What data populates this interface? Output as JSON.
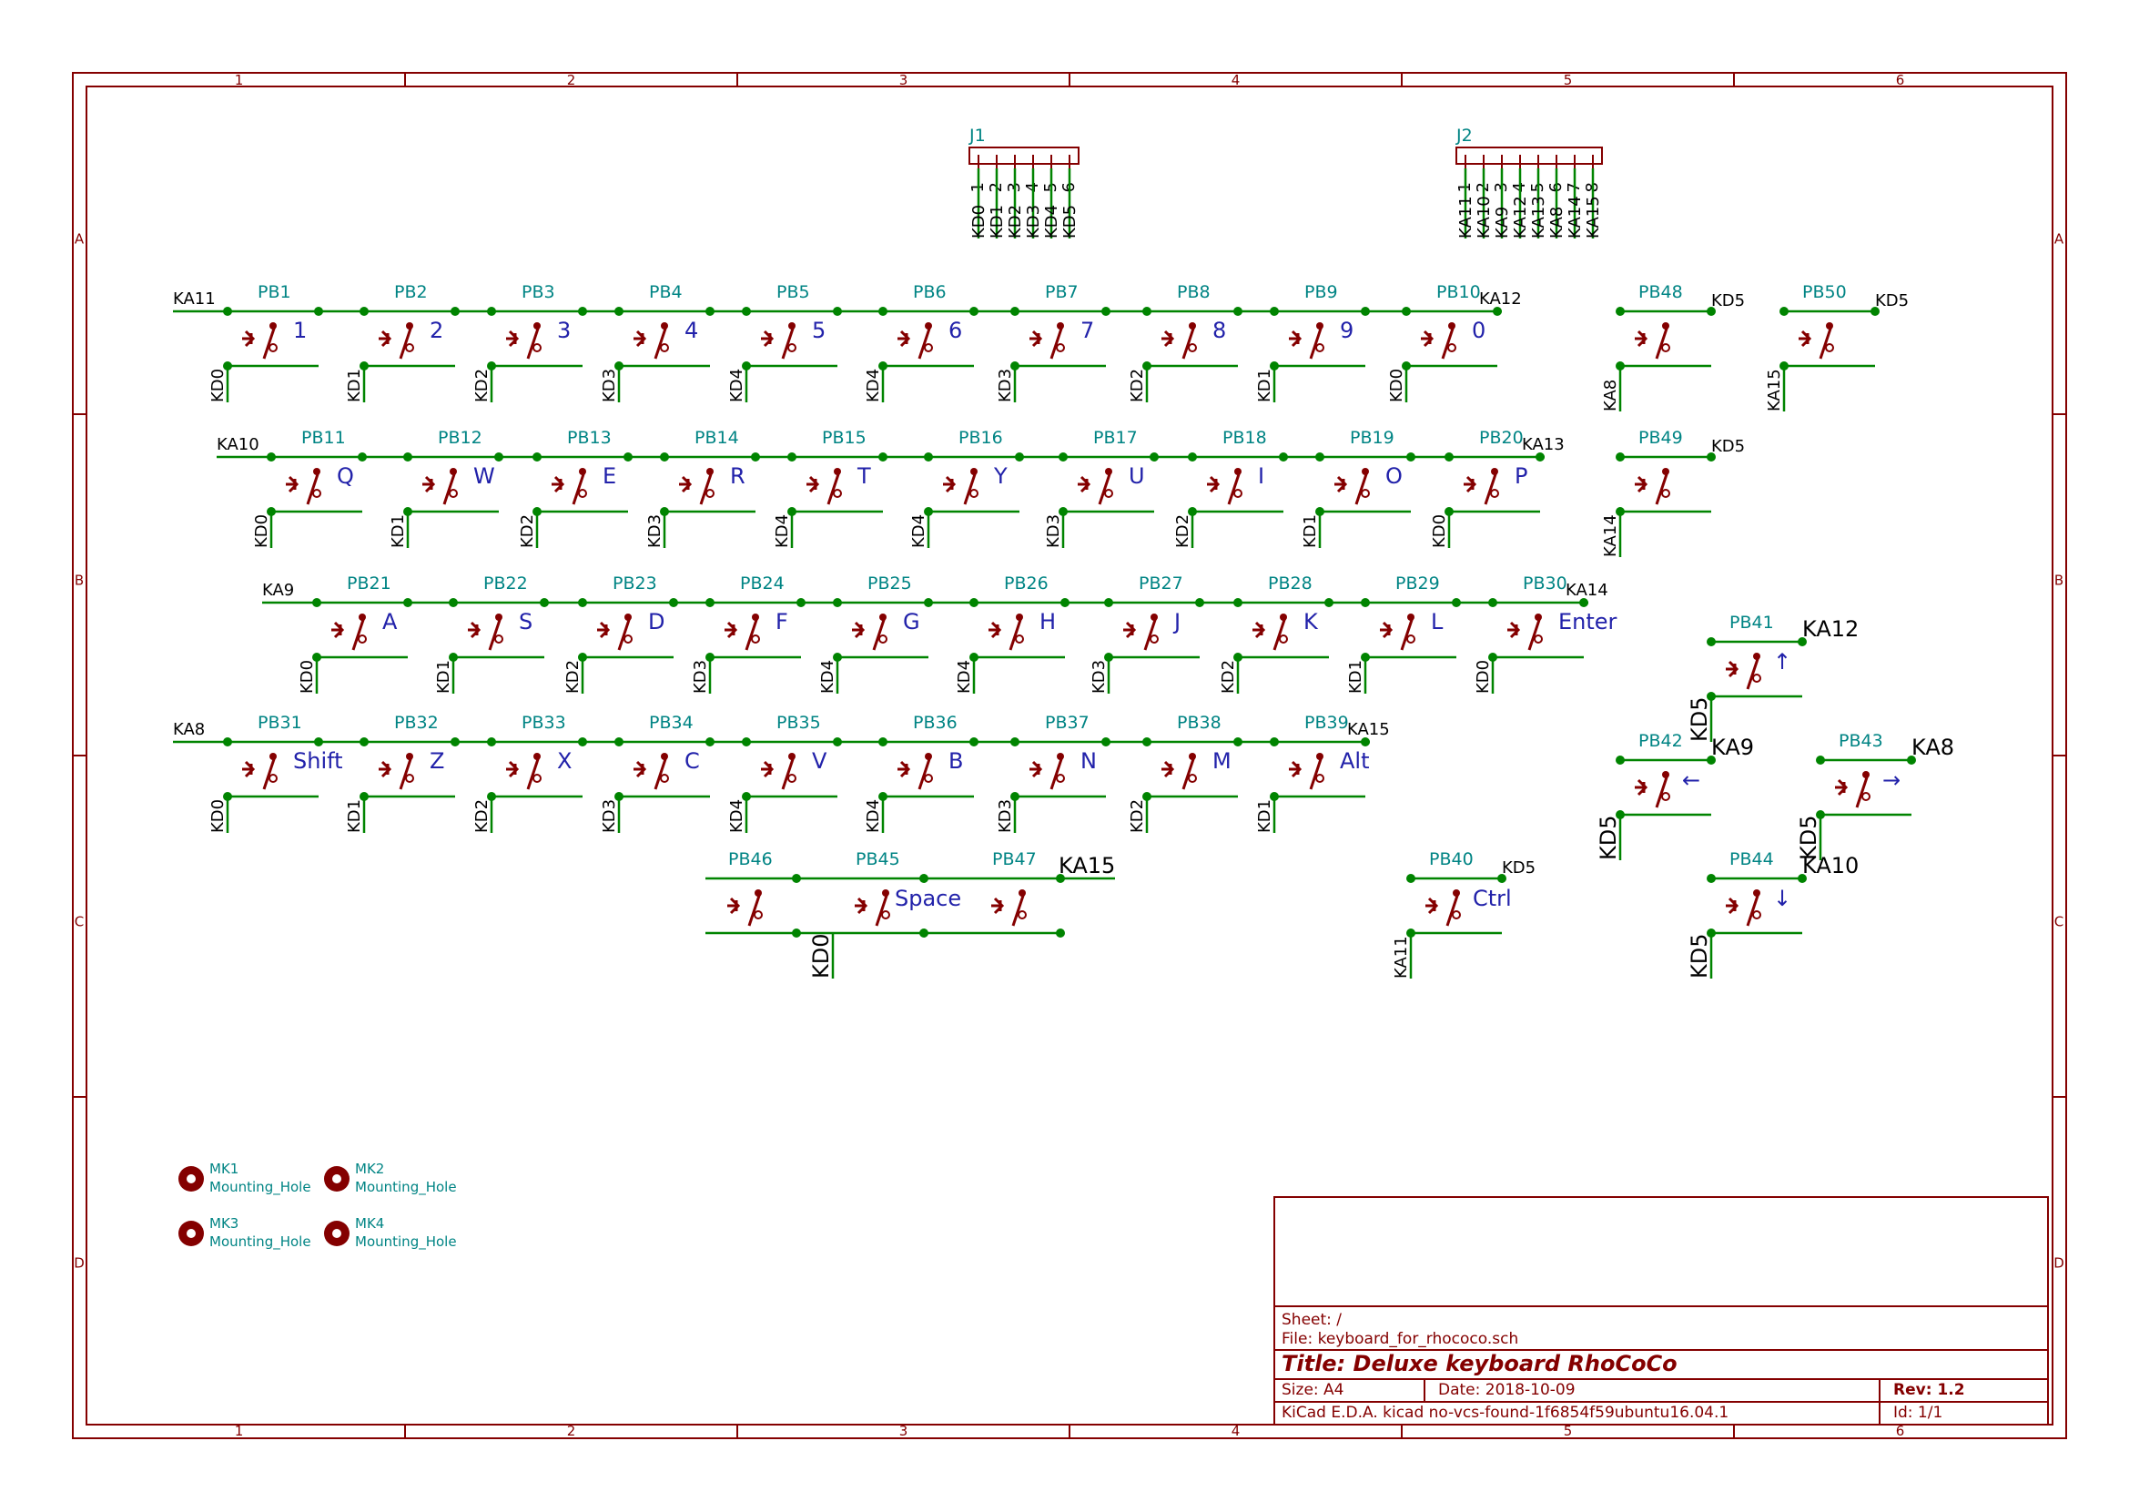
{
  "frame": {
    "columns": [
      "1",
      "2",
      "3",
      "4",
      "5",
      "6"
    ],
    "rows": [
      "A",
      "B",
      "C",
      "D"
    ]
  },
  "connectors": [
    {
      "ref": "J1",
      "pins": [
        "1",
        "2",
        "3",
        "4",
        "5",
        "6"
      ],
      "nets": [
        "KD0",
        "KD1",
        "KD2",
        "KD3",
        "KD4",
        "KD5"
      ]
    },
    {
      "ref": "J2",
      "pins": [
        "1",
        "2",
        "3",
        "4",
        "5",
        "6",
        "7",
        "8"
      ],
      "nets": [
        "KA11",
        "KA10",
        "KA9",
        "KA12",
        "KA13",
        "KA8",
        "KA14",
        "KA15"
      ]
    }
  ],
  "switch_rows": [
    {
      "left_net": "KA11",
      "right_net": "KA12",
      "keys": [
        {
          "ref": "PB1",
          "value": "1",
          "bottom_net": "KD0"
        },
        {
          "ref": "PB2",
          "value": "2",
          "bottom_net": "KD1"
        },
        {
          "ref": "PB3",
          "value": "3",
          "bottom_net": "KD2"
        },
        {
          "ref": "PB4",
          "value": "4",
          "bottom_net": "KD3"
        },
        {
          "ref": "PB5",
          "value": "5",
          "bottom_net": "KD4"
        },
        {
          "ref": "PB6",
          "value": "6",
          "bottom_net": "KD4"
        },
        {
          "ref": "PB7",
          "value": "7",
          "bottom_net": "KD3"
        },
        {
          "ref": "PB8",
          "value": "8",
          "bottom_net": "KD2"
        },
        {
          "ref": "PB9",
          "value": "9",
          "bottom_net": "KD1"
        },
        {
          "ref": "PB10",
          "value": "0",
          "bottom_net": "KD0"
        }
      ]
    },
    {
      "left_net": "KA10",
      "right_net": "KA13",
      "keys": [
        {
          "ref": "PB11",
          "value": "Q",
          "bottom_net": "KD0"
        },
        {
          "ref": "PB12",
          "value": "W",
          "bottom_net": "KD1"
        },
        {
          "ref": "PB13",
          "value": "E",
          "bottom_net": "KD2"
        },
        {
          "ref": "PB14",
          "value": "R",
          "bottom_net": "KD3"
        },
        {
          "ref": "PB15",
          "value": "T",
          "bottom_net": "KD4"
        },
        {
          "ref": "PB16",
          "value": "Y",
          "bottom_net": "KD4"
        },
        {
          "ref": "PB17",
          "value": "U",
          "bottom_net": "KD3"
        },
        {
          "ref": "PB18",
          "value": "I",
          "bottom_net": "KD2"
        },
        {
          "ref": "PB19",
          "value": "O",
          "bottom_net": "KD1"
        },
        {
          "ref": "PB20",
          "value": "P",
          "bottom_net": "KD0"
        }
      ]
    },
    {
      "left_net": "KA9",
      "right_net": "KA14",
      "keys": [
        {
          "ref": "PB21",
          "value": "A",
          "bottom_net": "KD0"
        },
        {
          "ref": "PB22",
          "value": "S",
          "bottom_net": "KD1"
        },
        {
          "ref": "PB23",
          "value": "D",
          "bottom_net": "KD2"
        },
        {
          "ref": "PB24",
          "value": "F",
          "bottom_net": "KD3"
        },
        {
          "ref": "PB25",
          "value": "G",
          "bottom_net": "KD4"
        },
        {
          "ref": "PB26",
          "value": "H",
          "bottom_net": "KD4"
        },
        {
          "ref": "PB27",
          "value": "J",
          "bottom_net": "KD3"
        },
        {
          "ref": "PB28",
          "value": "K",
          "bottom_net": "KD2"
        },
        {
          "ref": "PB29",
          "value": "L",
          "bottom_net": "KD1"
        },
        {
          "ref": "PB30",
          "value": "Enter",
          "bottom_net": "KD0"
        }
      ]
    },
    {
      "left_net": "KA8",
      "right_net": "KA15",
      "keys": [
        {
          "ref": "PB31",
          "value": "Shift",
          "bottom_net": "KD0"
        },
        {
          "ref": "PB32",
          "value": "Z",
          "bottom_net": "KD1"
        },
        {
          "ref": "PB33",
          "value": "X",
          "bottom_net": "KD2"
        },
        {
          "ref": "PB34",
          "value": "C",
          "bottom_net": "KD3"
        },
        {
          "ref": "PB35",
          "value": "V",
          "bottom_net": "KD4"
        },
        {
          "ref": "PB36",
          "value": "B",
          "bottom_net": "KD4"
        },
        {
          "ref": "PB37",
          "value": "N",
          "bottom_net": "KD3"
        },
        {
          "ref": "PB38",
          "value": "M",
          "bottom_net": "KD2"
        },
        {
          "ref": "PB39",
          "value": "Alt",
          "bottom_net": "KD1"
        }
      ]
    }
  ],
  "space_group": {
    "right_net": "KA15",
    "bottom_net": "KD0",
    "keys": [
      {
        "ref": "PB46",
        "value": ""
      },
      {
        "ref": "PB45",
        "value": "Space"
      },
      {
        "ref": "PB47",
        "value": ""
      }
    ]
  },
  "extra_switches": [
    {
      "ref": "PB48",
      "value": "",
      "top_net": "KD5",
      "bottom_net": "KA8"
    },
    {
      "ref": "PB50",
      "value": "",
      "top_net": "KD5",
      "bottom_net": "KA15"
    },
    {
      "ref": "PB49",
      "value": "",
      "top_net": "KD5",
      "bottom_net": "KA14"
    },
    {
      "ref": "PB40",
      "value": "Ctrl",
      "top_net": "KD5",
      "bottom_net": "KA11"
    },
    {
      "ref": "PB41",
      "value": "↑",
      "top_net": "KA12",
      "bottom_net": "KD5"
    },
    {
      "ref": "PB42",
      "value": "←",
      "top_net": "KA9",
      "bottom_net": "KD5"
    },
    {
      "ref": "PB43",
      "value": "→",
      "top_net": "KA8",
      "bottom_net": "KD5"
    },
    {
      "ref": "PB44",
      "value": "↓",
      "top_net": "KA10",
      "bottom_net": "KD5"
    }
  ],
  "mounting_holes": [
    {
      "ref": "MK1",
      "value": "Mounting_Hole"
    },
    {
      "ref": "MK2",
      "value": "Mounting_Hole"
    },
    {
      "ref": "MK3",
      "value": "Mounting_Hole"
    },
    {
      "ref": "MK4",
      "value": "Mounting_Hole"
    }
  ],
  "title_block": {
    "sheet": "Sheet: /",
    "file": "File: keyboard_for_rhococo.sch",
    "title": "Title: Deluxe keyboard RhoCoCo",
    "size": "Size: A4",
    "date": "Date: 2018-10-09",
    "rev": "Rev: 1.2",
    "tool": "KiCad E.D.A.  kicad no-vcs-found-1f6854f59ubuntu16.04.1",
    "id": "Id: 1/1"
  },
  "colors": {
    "frame": "#840000",
    "wire": "#008400",
    "reference": "#008484",
    "value": "#2222aa",
    "symbol": "#840000"
  }
}
